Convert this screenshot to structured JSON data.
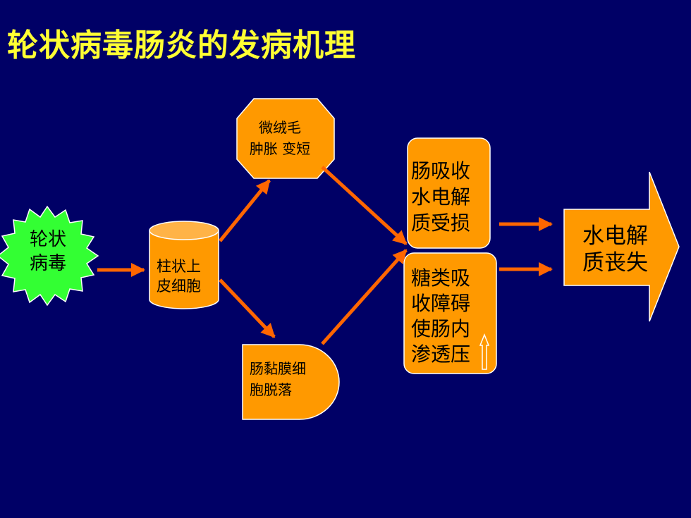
{
  "title": "轮状病毒肠炎的发病机理",
  "colors": {
    "background": "#000066",
    "title": "#FFFF33",
    "node_fill": "#FF9900",
    "node_stroke": "#FFFFFF",
    "arrow": "#FF6600",
    "virus_fill": "#33FF33"
  },
  "nodes": {
    "virus": {
      "line1": "轮状",
      "line2": "病毒"
    },
    "cell": {
      "line1": "柱状上",
      "line2": "皮细胞"
    },
    "villi": {
      "line1": "微绒毛",
      "line2": "肿胀 变短"
    },
    "mucosa": {
      "line1": "肠黏膜细",
      "line2": "胞脱落"
    },
    "absorb": {
      "line1": "肠吸收",
      "line2": "水电解",
      "line3": "质受损"
    },
    "sugar": {
      "line1": "糖类吸",
      "line2": "收障碍",
      "line3": "使肠内",
      "line4": "渗透压"
    },
    "result": {
      "line1": "水电解",
      "line2": "质丧失"
    }
  },
  "icons": {
    "up_arrow": "up-arrow-icon"
  }
}
